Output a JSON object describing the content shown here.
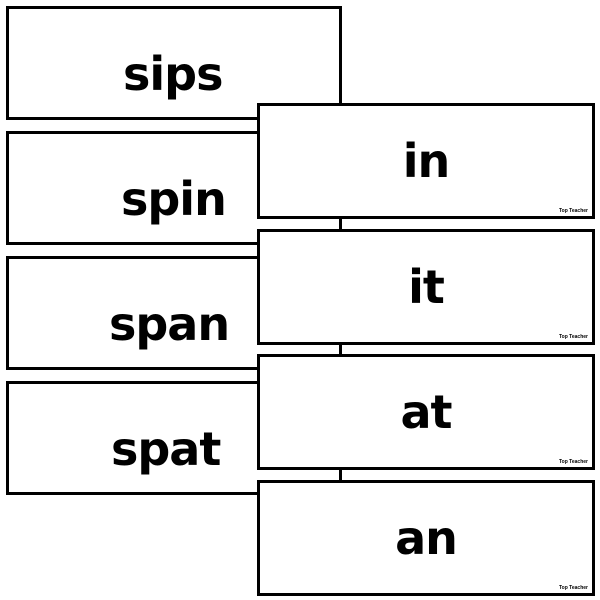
{
  "back_column": {
    "cards": [
      {
        "word": "sips"
      },
      {
        "word": "spin"
      },
      {
        "word": "span"
      },
      {
        "word": "spat"
      }
    ]
  },
  "front_column": {
    "brand": "Top Teacher",
    "cards": [
      {
        "word": "in"
      },
      {
        "word": "it"
      },
      {
        "word": "at"
      },
      {
        "word": "an"
      }
    ]
  }
}
